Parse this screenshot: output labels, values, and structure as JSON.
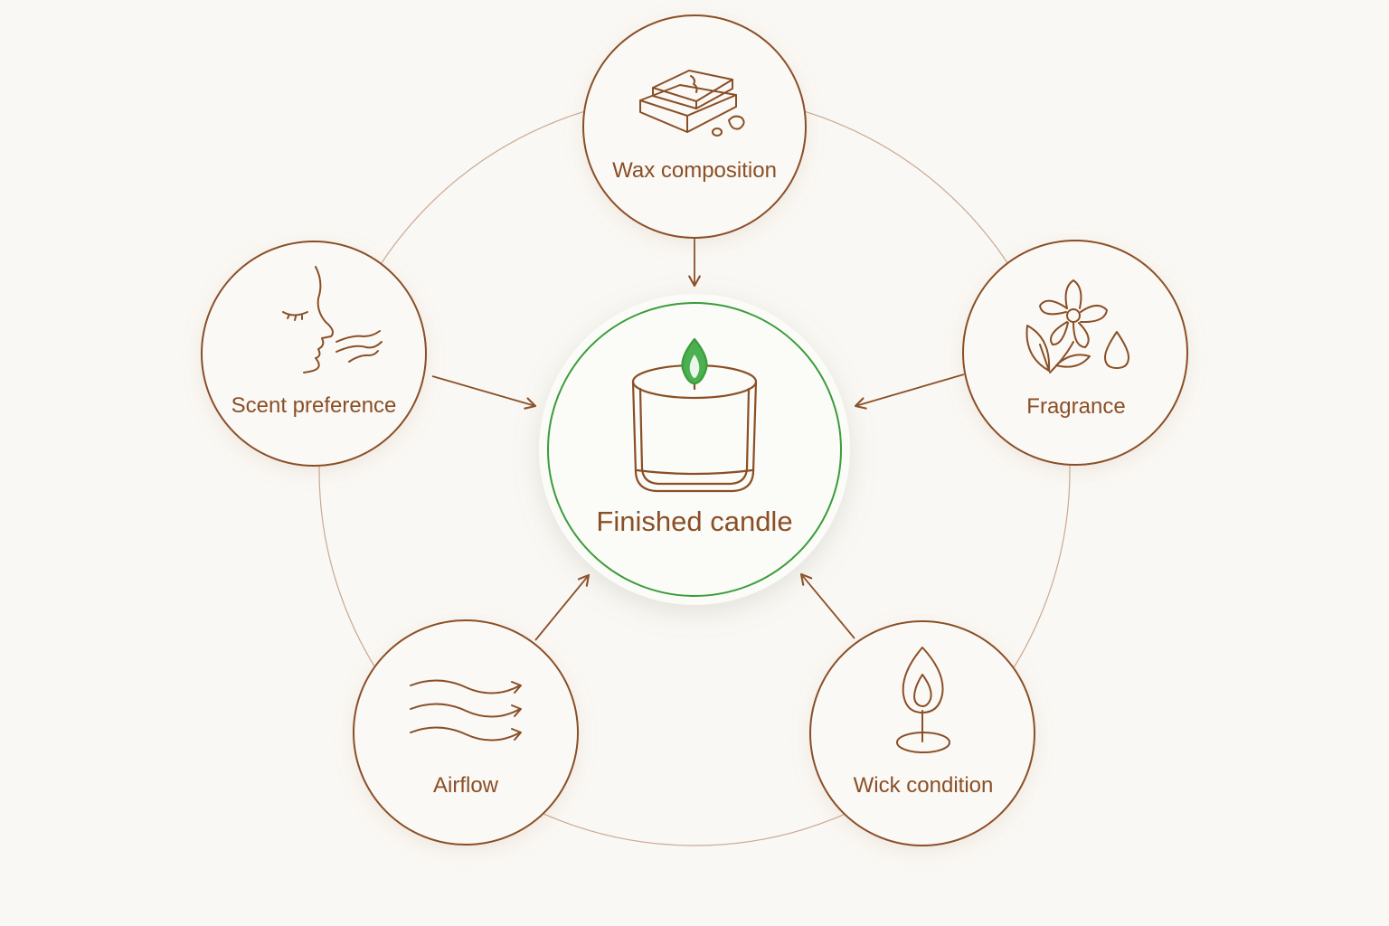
{
  "diagram": {
    "center": {
      "label": "Finished candle",
      "icon": "candle-jar-icon"
    },
    "nodes": [
      {
        "id": "wax",
        "label": "Wax composition",
        "icon": "wax-blocks-icon"
      },
      {
        "id": "fragrance",
        "label": "Fragrance",
        "icon": "flower-drop-icon"
      },
      {
        "id": "wick",
        "label": "Wick condition",
        "icon": "wick-flame-icon"
      },
      {
        "id": "airflow",
        "label": "Airflow",
        "icon": "wind-arrows-icon"
      },
      {
        "id": "scent",
        "label": "Scent preference",
        "icon": "face-smell-icon"
      }
    ]
  },
  "colors": {
    "brown": "#8a4f26",
    "ring": "#c9a994",
    "center_border": "#3a9c3a",
    "flame": "#3a9c3a",
    "background": "#faf8f4",
    "node_fill": "#fbf9f6"
  }
}
